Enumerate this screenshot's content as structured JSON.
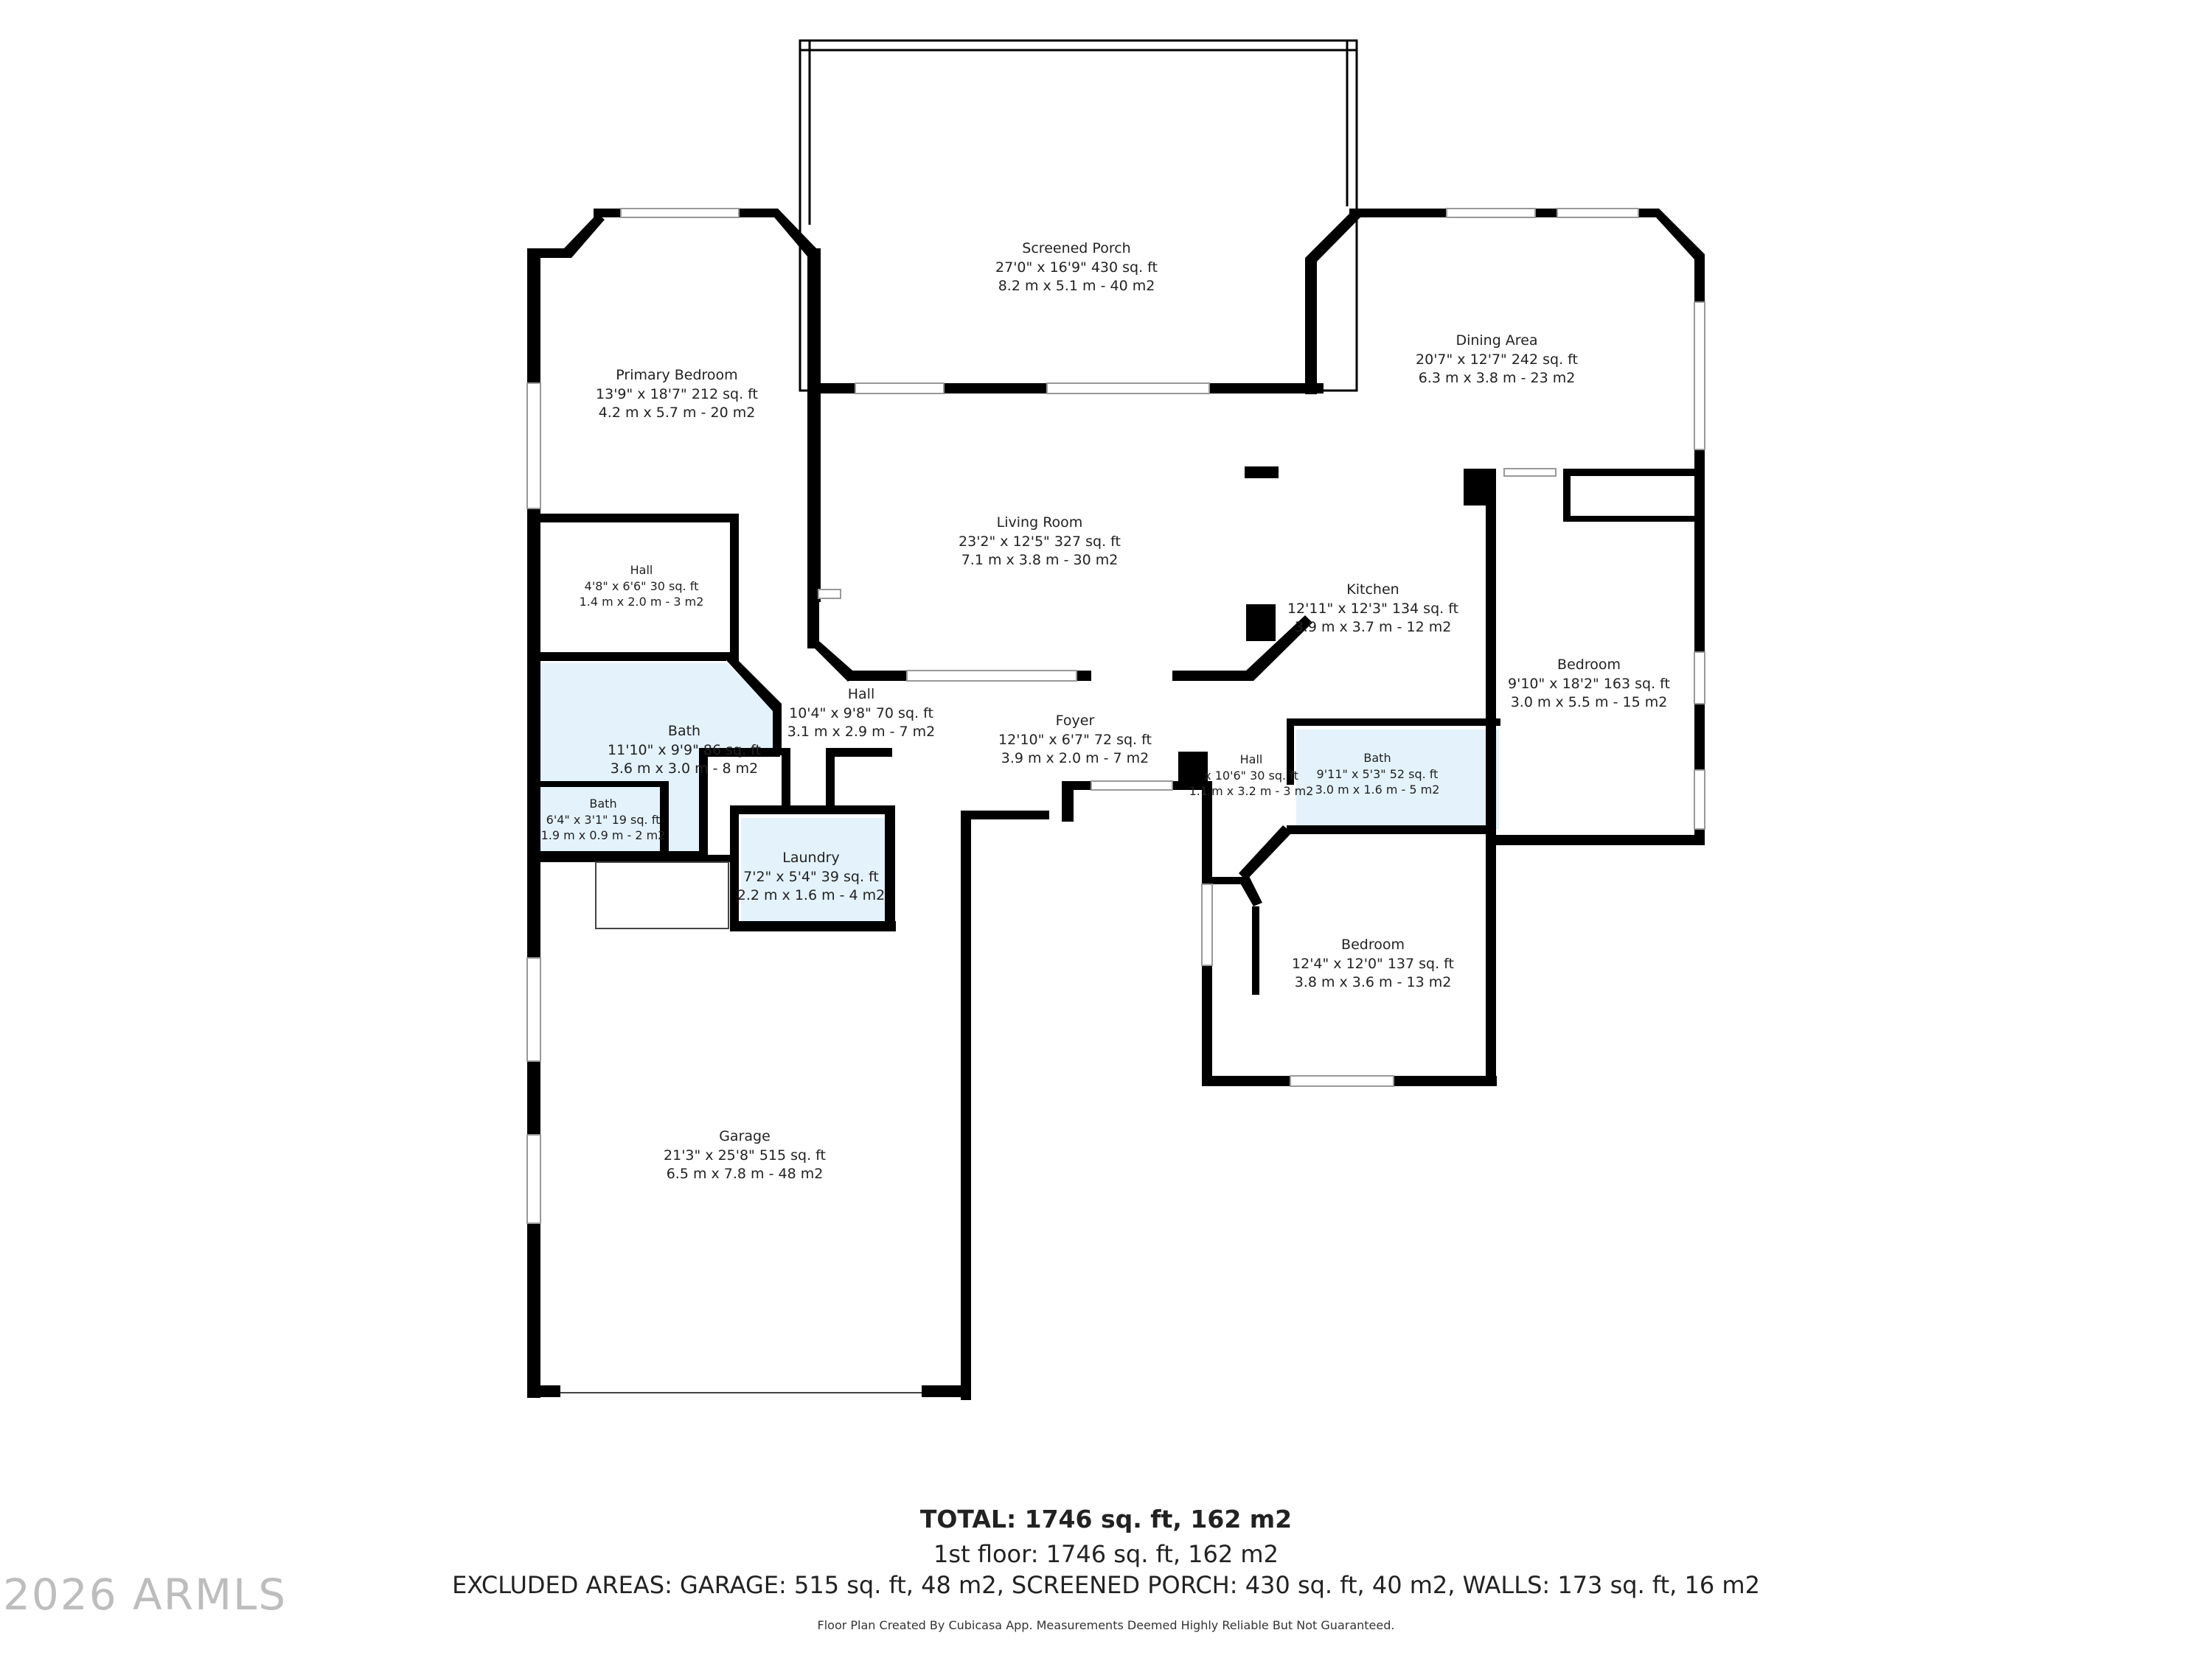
{
  "rooms": {
    "screened_porch": {
      "name": "Screened Porch",
      "dims": "27'0\" x 16'9\" 430 sq. ft",
      "metric": "8.2 m x 5.1 m - 40 m2"
    },
    "dining_area": {
      "name": "Dining Area",
      "dims": "20'7\" x 12'7\" 242 sq. ft",
      "metric": "6.3 m x 3.8 m - 23 m2"
    },
    "primary_bedroom": {
      "name": "Primary Bedroom",
      "dims": "13'9\" x 18'7\" 212 sq. ft",
      "metric": "4.2 m x 5.7 m - 20 m2"
    },
    "living_room": {
      "name": "Living Room",
      "dims": "23'2\" x 12'5\" 327 sq. ft",
      "metric": "7.1 m x 3.8 m - 30 m2"
    },
    "kitchen": {
      "name": "Kitchen",
      "dims": "12'11\" x 12'3\" 134 sq. ft",
      "metric": "3.9 m x 3.7 m - 12 m2"
    },
    "hall_primary": {
      "name": "Hall",
      "dims": "4'8\" x 6'6\" 30 sq. ft",
      "metric": "1.4 m x 2.0 m - 3 m2"
    },
    "bath_primary": {
      "name": "Bath",
      "dims": "11'10\" x 9'9\" 86 sq. ft",
      "metric": "3.6 m x 3.0 m - 8 m2"
    },
    "bath_half": {
      "name": "Bath",
      "dims": "6'4\" x 3'1\" 19 sq. ft",
      "metric": "1.9 m x 0.9 m - 2 m2"
    },
    "hall_center": {
      "name": "Hall",
      "dims": "10'4\" x 9'8\" 70 sq. ft",
      "metric": "3.1 m x 2.9 m - 7 m2"
    },
    "laundry": {
      "name": "Laundry",
      "dims": "7'2\" x 5'4\" 39 sq. ft",
      "metric": "2.2 m x 1.6 m - 4 m2"
    },
    "foyer": {
      "name": "Foyer",
      "dims": "12'10\" x 6'7\" 72 sq. ft",
      "metric": "3.9 m x 2.0 m - 7 m2"
    },
    "hall_east": {
      "name": "Hall",
      "dims": "x 10'6\" 30 sq. ft",
      "metric": "1.1 m x 3.2 m - 3 m2"
    },
    "bath_east": {
      "name": "Bath",
      "dims": "9'11\" x 5'3\" 52 sq. ft",
      "metric": "3.0 m x 1.6 m - 5 m2"
    },
    "bedroom_east": {
      "name": "Bedroom",
      "dims": "9'10\" x 18'2\" 163 sq. ft",
      "metric": "3.0 m x 5.5 m - 15 m2"
    },
    "bedroom_south": {
      "name": "Bedroom",
      "dims": "12'4\" x 12'0\" 137 sq. ft",
      "metric": "3.8 m x 3.6 m - 13 m2"
    },
    "garage": {
      "name": "Garage",
      "dims": "21'3\" x 25'8\" 515 sq. ft",
      "metric": "6.5 m x 7.8 m - 48 m2"
    }
  },
  "summary": {
    "total": "TOTAL: 1746 sq. ft, 162 m2",
    "floor": "1st floor: 1746 sq. ft, 162 m2",
    "excluded": "EXCLUDED AREAS: GARAGE: 515 sq. ft, 48 m2, SCREENED PORCH: 430 sq. ft, 40 m2, WALLS: 173 sq. ft, 16 m2",
    "disclaimer": "Floor Plan Created By Cubicasa App. Measurements Deemed Highly Reliable But Not Guaranteed."
  },
  "watermark": "2026 ARMLS",
  "colors": {
    "wall": "#000000",
    "bath_fill": "#e3f2fb",
    "background": "#ffffff"
  }
}
